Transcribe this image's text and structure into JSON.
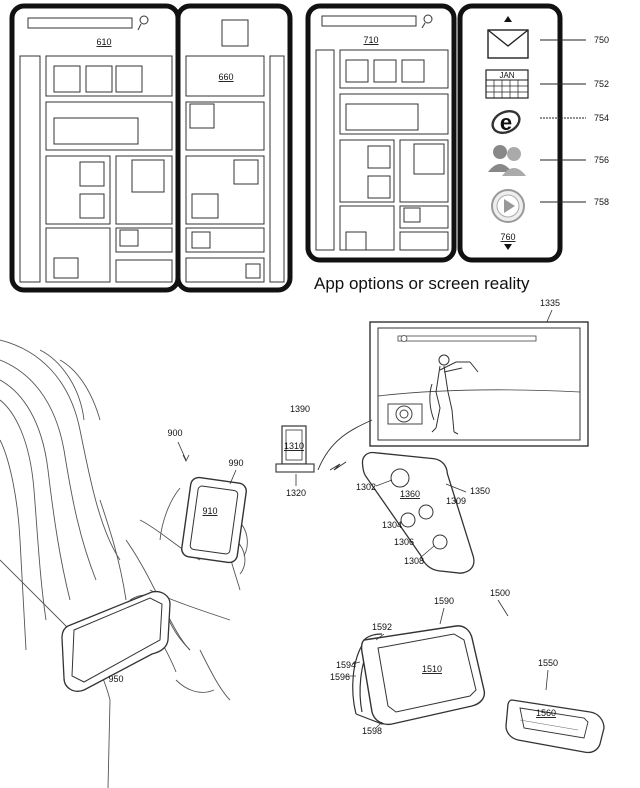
{
  "caption": "App options or screen reality",
  "phones": {
    "left": "610",
    "middle": "660",
    "right": "710"
  },
  "app_panel": {
    "ref": "760",
    "calendar_month": "JAN",
    "items": [
      {
        "ref": "750",
        "icon": "envelope-icon"
      },
      {
        "ref": "752",
        "icon": "calendar-icon"
      },
      {
        "ref": "754",
        "icon": "browser-icon"
      },
      {
        "ref": "756",
        "icon": "contacts-icon"
      },
      {
        "ref": "758",
        "icon": "media-play-icon"
      }
    ]
  },
  "fig900": {
    "ref": "900",
    "device": "990",
    "screen": "910",
    "tablet": "950"
  },
  "fig1300": {
    "display": "1335",
    "dock": "1390",
    "dock_device": "1310",
    "dock_base": "1320",
    "remote": "1350",
    "remote_screen": "1360",
    "buttons": [
      "1302",
      "1309",
      "1304",
      "1306",
      "1308"
    ]
  },
  "fig1500": {
    "ref": "1500",
    "top": "1590",
    "hinge": "1592",
    "left_a": "1594",
    "left_b": "1596",
    "bottom": "1598",
    "screen": "1510",
    "phone": "1550",
    "phone_screen": "1560"
  }
}
